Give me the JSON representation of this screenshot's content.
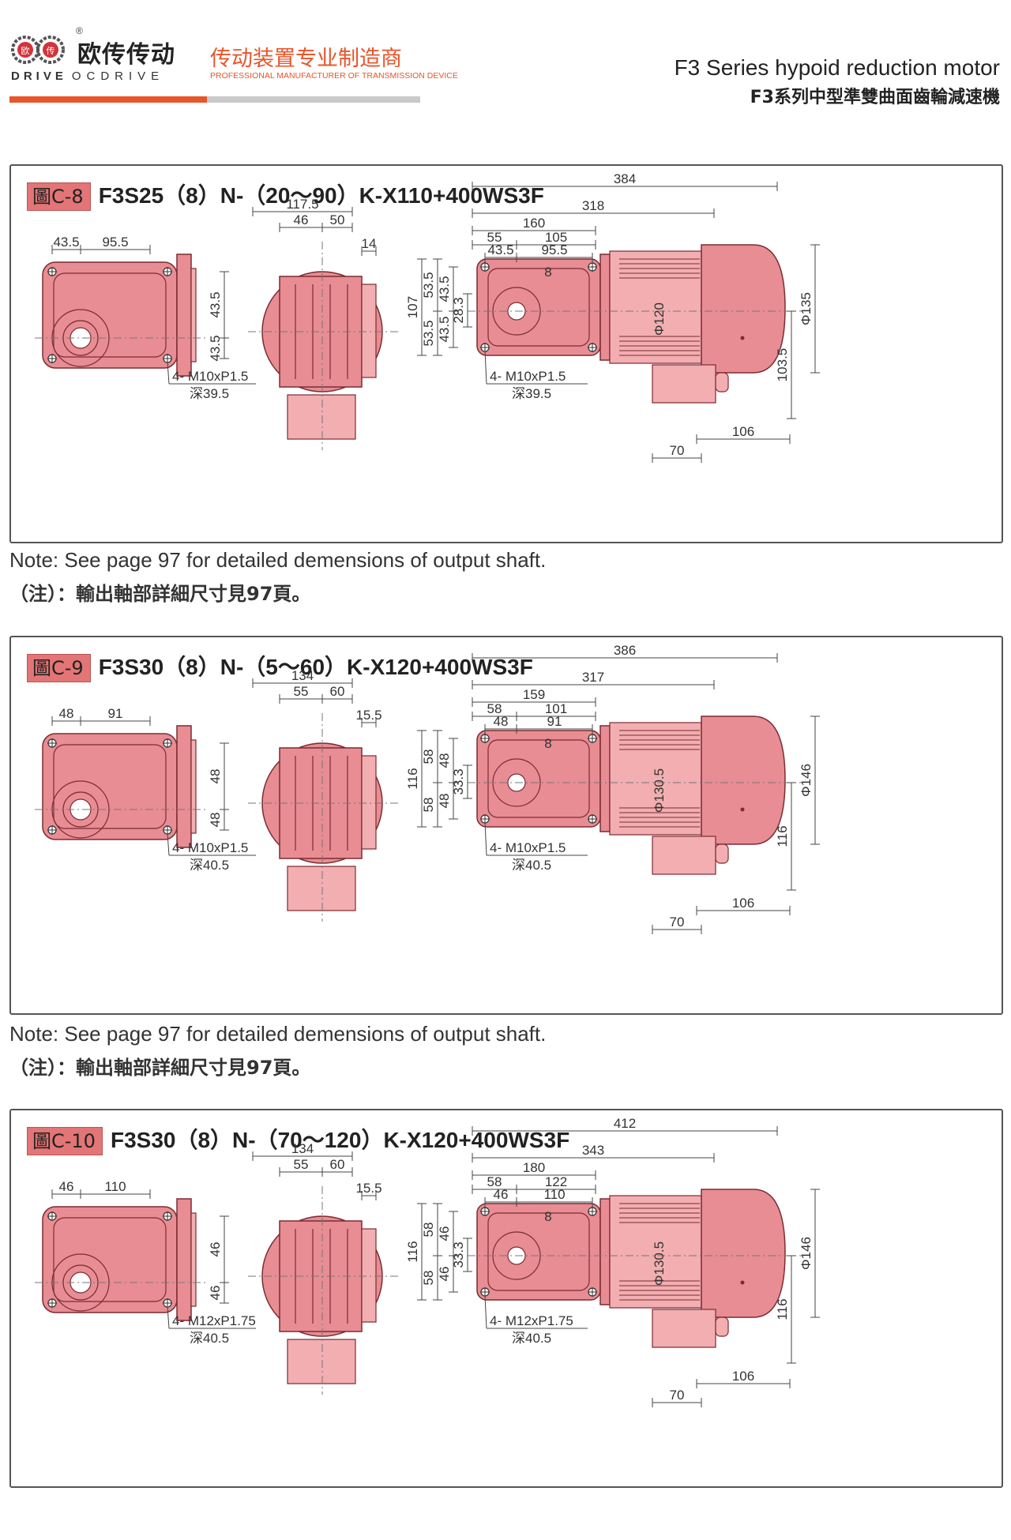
{
  "header": {
    "brand_cn": "欧传传动",
    "brand_en_1": "DRIVE",
    "brand_en_2": "OCDRIVE",
    "reg_mark": "®",
    "logo_chars": [
      "欧",
      "传"
    ],
    "slogan_cn": "传动装置专业制造商",
    "slogan_en": "PROFESSIONAL MANUFACTURER OF TRANSMISSION DEVICE",
    "series_en": "F3 Series hypoid reduction motor",
    "series_cn": "F3系列中型準雙曲面齒輪減速機",
    "accent_color": "#e8552a"
  },
  "panels": [
    {
      "tag": "圖C-8",
      "title": "F3S25（8）N-（20～90）K-X110+400WS3F",
      "left_dims": {
        "a": "43.5",
        "b": "95.5",
        "c": "43.5",
        "d": "43.5",
        "thread": "4- M10xP1.5",
        "depth": "深39.5"
      },
      "mid_dims": {
        "total": "117.5",
        "a": "46",
        "b": "50",
        "c": "14"
      },
      "right_dims": {
        "l1": "384",
        "l2": "318",
        "l3": "160",
        "l4": "55",
        "l5": "105",
        "l6": "43.5",
        "l7": "95.5",
        "h_total": "107",
        "h1": "53.5",
        "h2": "53.5",
        "h3": "43.5",
        "h4": "43.5",
        "h5": "28.3",
        "key": "8",
        "motor_dia": "Φ120",
        "flange_dia": "Φ135",
        "h_base": "103.5",
        "base1": "106",
        "base2": "70",
        "thread": "4- M10xP1.5",
        "depth": "深39.5"
      }
    },
    {
      "tag": "圖C-9",
      "title": "F3S30（8）N-（5～60）K-X120+400WS3F",
      "left_dims": {
        "a": "48",
        "b": "91",
        "c": "48",
        "d": "48",
        "thread": "4- M10xP1.5",
        "depth": "深40.5"
      },
      "mid_dims": {
        "total": "134",
        "a": "55",
        "b": "60",
        "c": "15.5"
      },
      "right_dims": {
        "l1": "386",
        "l2": "317",
        "l3": "159",
        "l4": "58",
        "l5": "101",
        "l6": "48",
        "l7": "91",
        "h_total": "116",
        "h1": "58",
        "h2": "58",
        "h3": "48",
        "h4": "48",
        "h5": "33.3",
        "key": "8",
        "motor_dia": "Φ130.5",
        "flange_dia": "Φ146",
        "h_base": "116",
        "base1": "106",
        "base2": "70",
        "thread": "4- M10xP1.5",
        "depth": "深40.5"
      }
    },
    {
      "tag": "圖C-10",
      "title": "F3S30（8）N-（70～120）K-X120+400WS3F",
      "left_dims": {
        "a": "46",
        "b": "110",
        "c": "46",
        "d": "46",
        "thread": "4- M12xP1.75",
        "depth": "深40.5"
      },
      "mid_dims": {
        "total": "134",
        "a": "55",
        "b": "60",
        "c": "15.5"
      },
      "right_dims": {
        "l1": "412",
        "l2": "343",
        "l3": "180",
        "l4": "58",
        "l5": "122",
        "l6": "46",
        "l7": "110",
        "h_total": "116",
        "h1": "58",
        "h2": "58",
        "h3": "46",
        "h4": "46",
        "h5": "33.3",
        "key": "8",
        "motor_dia": "Φ130.5",
        "flange_dia": "Φ146",
        "h_base": "116",
        "base1": "106",
        "base2": "70",
        "thread": "4- M12xP1.75",
        "depth": "深40.5"
      }
    }
  ],
  "notes": {
    "en": "Note: See page 97 for detailed demensions of output shaft.",
    "cn": "（注）：輸出軸部詳細尺寸見97頁。"
  }
}
